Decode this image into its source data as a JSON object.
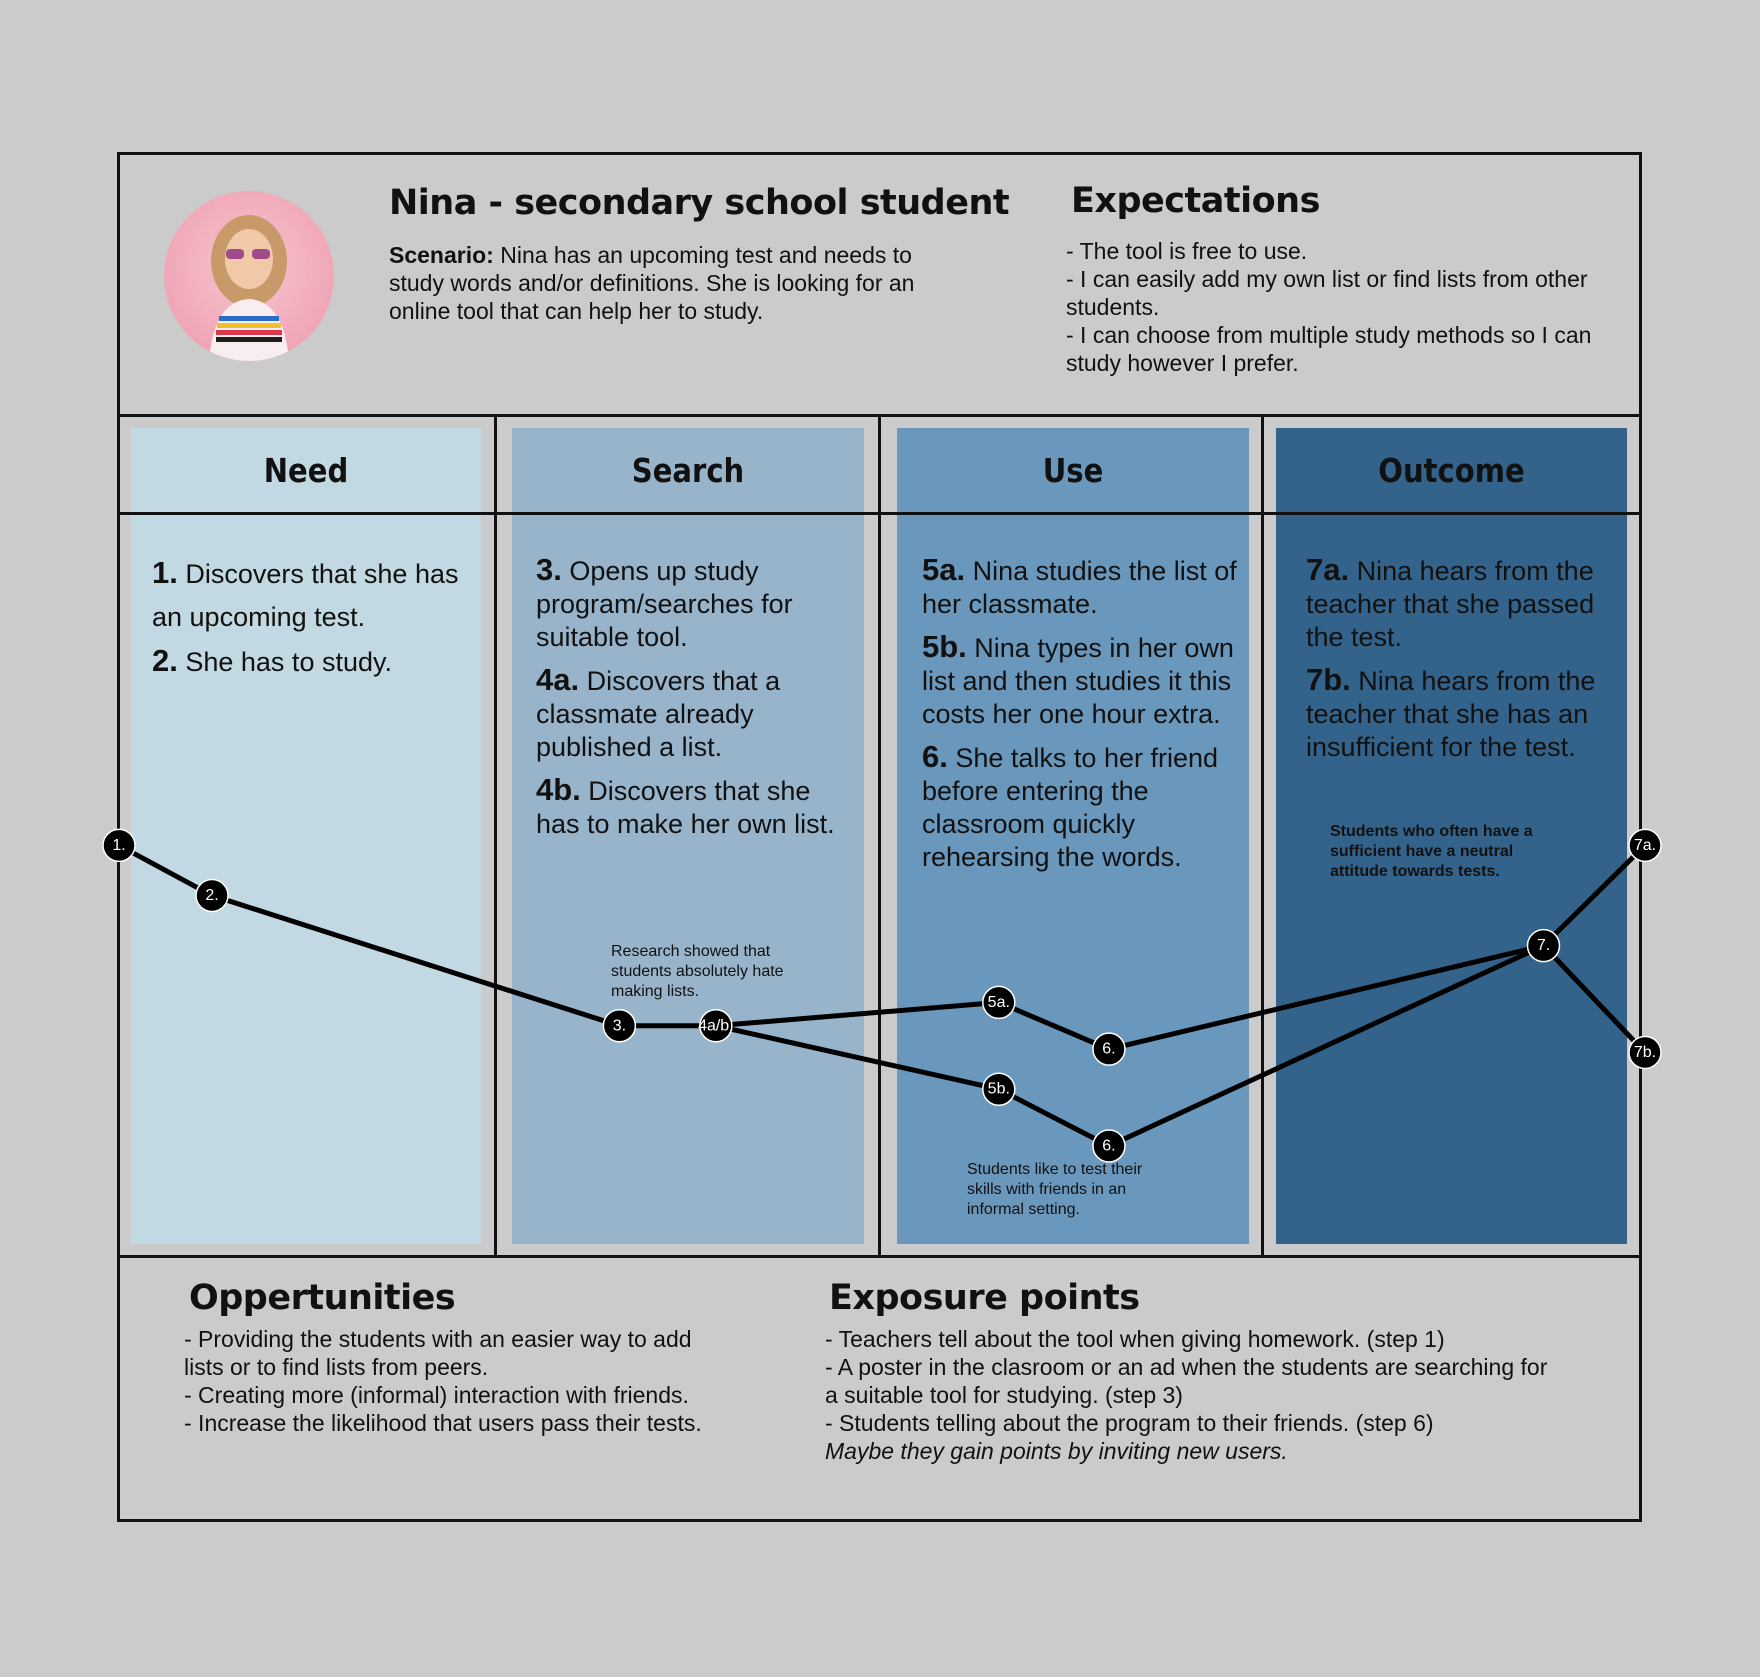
{
  "persona": {
    "title": "Nina - secondary school student",
    "scenario_label": "Scenario:",
    "scenario_text": " Nina has an upcoming test and needs to study words and/or definitions. She is looking for an online tool that can help her to study."
  },
  "expectations": {
    "title": "Expectations",
    "items": [
      "- The tool is free to use.",
      "- I can easily add my own list or find lists from other students.",
      "- I can choose from multiple study methods so I can study however I prefer."
    ]
  },
  "columns": [
    {
      "title": "Need",
      "color": "#c2d8e2",
      "steps": [
        {
          "num": "1.",
          "text": " Discovers that she has an upcoming test."
        },
        {
          "num": "2.",
          "text": "  She has to study."
        }
      ]
    },
    {
      "title": "Search",
      "color": "#98b4cb",
      "steps": [
        {
          "num": "3.",
          "text": " Opens up study program/searches for suitable tool."
        },
        {
          "num": "4a.",
          "text": " Discovers that a classmate already published a list."
        },
        {
          "num": "4b.",
          "text": " Discovers that she has to make her own list."
        }
      ]
    },
    {
      "title": "Use",
      "color": "#6a97bc",
      "steps": [
        {
          "num": "5a.",
          "text": " Nina studies the list of her classmate."
        },
        {
          "num": "5b.",
          "text": " Nina types in her own list and then studies it this costs her one hour extra."
        },
        {
          "num": "6.",
          "text": " She talks to her friend before entering the classroom quickly rehearsing the words."
        }
      ]
    },
    {
      "title": "Outcome",
      "color": "#33638b",
      "steps": [
        {
          "num": "7a.",
          "text": " Nina hears from the teacher that she passed the test."
        },
        {
          "num": "7b.",
          "text": " Nina hears from the teacher that she has an insufficient for the test."
        }
      ]
    }
  ],
  "notes": {
    "search": "Research showed that students absolutely hate making lists.",
    "use": "Students like to test their skills with friends in an informal setting.",
    "outcome": "Students who often have a sufficient have a neutral attitude towards tests."
  },
  "journey": {
    "nodes": [
      {
        "label": "1.",
        "col": 0,
        "pos": 0.0,
        "level": 0.9
      },
      {
        "label": "2.",
        "col": 0,
        "pos": 0.5,
        "level": 0.75
      },
      {
        "label": "3.",
        "col": 1,
        "pos": 0.2,
        "level": 0.36
      },
      {
        "label": "4a/b.",
        "col": 1,
        "pos": 0.73,
        "level": 0.36
      },
      {
        "label": "5a.",
        "col": 2,
        "pos": 0.2,
        "level": 0.43
      },
      {
        "label": "6.",
        "col": 2,
        "pos": 0.74,
        "level": 0.29
      },
      {
        "label": "5b.",
        "col": 2,
        "pos": 0.2,
        "level": 0.17
      },
      {
        "label": "6.",
        "col": 2,
        "pos": 0.74,
        "level": 0.0
      },
      {
        "label": "7.",
        "col": 3,
        "pos": 0.5,
        "level": 0.6
      },
      {
        "label": "7a.",
        "col": 3,
        "pos": 1.0,
        "level": 0.9
      },
      {
        "label": "7b.",
        "col": 3,
        "pos": 1.0,
        "level": 0.28
      }
    ],
    "links": [
      [
        0,
        1
      ],
      [
        1,
        2
      ],
      [
        2,
        3
      ],
      [
        3,
        4
      ],
      [
        4,
        5
      ],
      [
        5,
        8
      ],
      [
        3,
        6
      ],
      [
        6,
        7
      ],
      [
        7,
        8
      ],
      [
        8,
        9
      ],
      [
        8,
        10
      ]
    ]
  },
  "opportunities": {
    "title": "Oppertunities",
    "items": [
      "- Providing the students with an easier way to add lists or to find lists from peers.",
      "- Creating more (informal) interaction with friends.",
      "- Increase the likelihood that users pass their tests."
    ]
  },
  "exposure": {
    "title": "Exposure points",
    "items": [
      "- Teachers tell about the tool when giving homework. (step 1)",
      "- A poster in the clasroom or an ad when the students are searching for a suitable tool for studying. (step 3)",
      "- Students telling about the program to their friends. (step 6)"
    ],
    "note": "Maybe they gain points by inviting new users."
  }
}
